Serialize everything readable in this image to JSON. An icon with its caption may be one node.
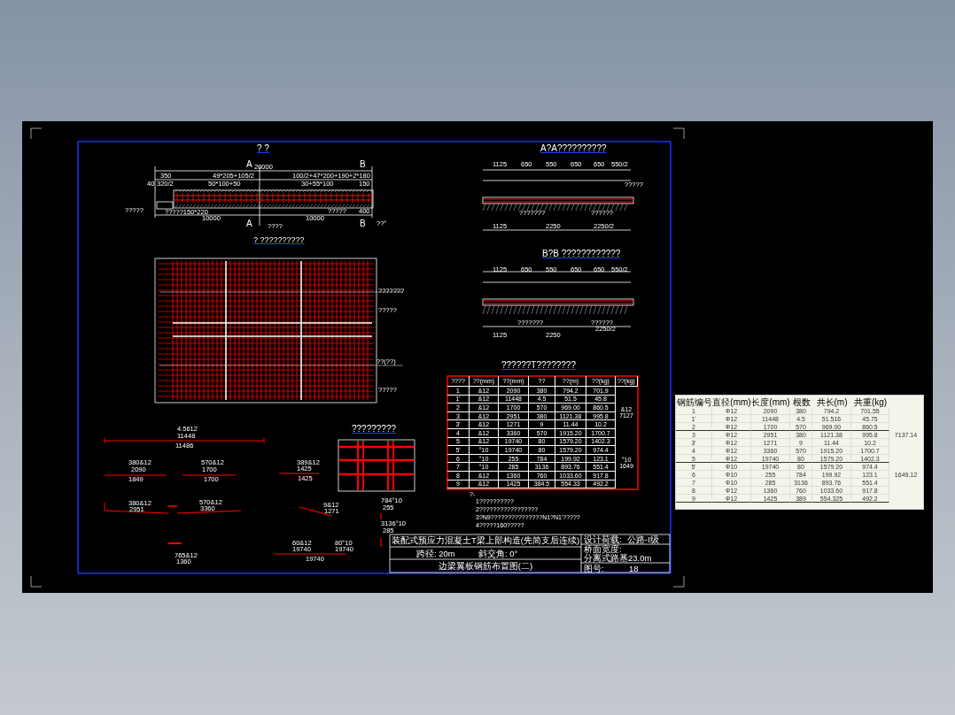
{
  "diagram": {
    "labels": [
      "? ?",
      "A",
      "20000",
      "B",
      "350",
      "49*205+105/2",
      "100/2+47*200+190+2*180",
      "40",
      "320/2",
      "50*100+50",
      "30+55*100",
      "150",
      "?????",
      "?????150*220",
      "?????",
      "400",
      "10000",
      "10000",
      "A",
      "B",
      "????",
      "??°",
      "? ??????????",
      "???????",
      "?????",
      "??(??)",
      "?????",
      "A?A??????????",
      "1125",
      "650",
      "550",
      "650",
      "650",
      "550/2",
      "???????",
      "??????",
      "1125",
      "2250",
      "2250/2",
      "?????",
      "B?B ????????????",
      "1125",
      "650",
      "550",
      "650",
      "650",
      "550/2",
      "???????",
      "??????",
      "1125",
      "2250",
      "2250/2",
      "4.5612",
      "11448",
      "11486",
      "380&12",
      "2090",
      "1849",
      "570&12",
      "1700",
      "1700",
      "389&12",
      "1425",
      "1425",
      "380&12",
      "2951",
      "570&12",
      "3360",
      "765&12",
      "1360",
      "9&12",
      "1271",
      "60&12",
      "19740",
      "80°10",
      "19740",
      "19740",
      "784°10",
      "255",
      "3136°10",
      "285",
      "?????????",
      "??????T????????",
      "????",
      "??(mm)",
      "??(mm)",
      "??",
      "??(m)",
      "??(kg)",
      "??(kg)",
      "1",
      "&12",
      "2090",
      "380",
      "794.2",
      "701.9",
      "1'",
      "&12",
      "11448",
      "4.5",
      "51.5",
      "45.8",
      "2",
      "&12",
      "1700",
      "570",
      "969.00",
      "860.5",
      "3",
      "&12",
      "2951",
      "380",
      "1121.38",
      "995.8",
      "3'",
      "&12",
      "1271",
      "9",
      "11.44",
      "10.2",
      "4",
      "&12",
      "3360",
      "570",
      "1915.20",
      "1700.7",
      "5",
      "&12",
      "19740",
      "80",
      "1579.20",
      "1402.3",
      "5'",
      "°10",
      "19740",
      "80",
      "1579.20",
      "974.4",
      "6",
      "°10",
      "255",
      "784",
      "199.92",
      "123.1",
      "7",
      "°10",
      "285",
      "3136",
      "893.76",
      "551.4",
      "8",
      "&12",
      "1360",
      "760",
      "1033.60",
      "917.8",
      "9",
      "&12",
      "1425",
      "384.5",
      "554.33",
      "492.2",
      "&12 7127",
      "°10 1649",
      "?-",
      "1??????????",
      "2?????????????????",
      "3?N9???????????????N1?N1'?????",
      "4?????160?????",
      "装配式预应力混凝土T梁上部构造(先简支后连续)",
      "跨径: 20m",
      "斜交角: 0°",
      "边梁翼板钢筋布置图(二)",
      "设计荷载:",
      "公路-I级",
      "桥面宽度:",
      "分离式路基23.0m",
      "图号:",
      "18",
      "钢筋编号",
      "直径(mm)",
      "长度(mm)",
      "根数",
      "共长(m)",
      "共重(kg)",
      "1",
      "Φ12",
      "2090",
      "380",
      "794.2",
      "701.55",
      "1'",
      "Φ12",
      "11448",
      "4.5",
      "51.516",
      "45.75",
      "2",
      "Φ12",
      "1700",
      "570",
      "969.00",
      "860.5",
      "3",
      "Φ12",
      "2951",
      "380",
      "1121.38",
      "995.8",
      "3'",
      "Φ12",
      "1271",
      "9",
      "11.44",
      "10.2",
      "4",
      "Φ12",
      "3360",
      "570",
      "1915.20",
      "1700.7",
      "5",
      "Φ12",
      "19740",
      "80",
      "1579.20",
      "1402.3",
      "5'",
      "Φ10",
      "19740",
      "80",
      "1579.20",
      "974.4",
      "6",
      "Φ10",
      "255",
      "784",
      "199.92",
      "123.1",
      "7",
      "Φ10",
      "285",
      "3136",
      "893.76",
      "551.4",
      "8",
      "Φ12",
      "1360",
      "760",
      "1033.60",
      "917.8",
      "9",
      "Φ12",
      "1425",
      "389",
      "554.325",
      "492.2",
      "7137.14",
      "1649.12"
    ]
  }
}
